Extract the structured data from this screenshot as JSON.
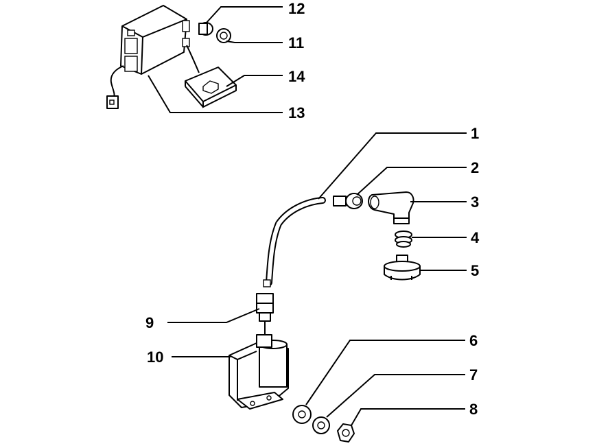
{
  "diagram": {
    "parts": [
      {
        "number": "1",
        "part": "hv-cable"
      },
      {
        "number": "2",
        "part": "connector"
      },
      {
        "number": "3",
        "part": "spark-plug-cap"
      },
      {
        "number": "4",
        "part": "spring"
      },
      {
        "number": "5",
        "part": "spark-plug"
      },
      {
        "number": "6",
        "part": "washer"
      },
      {
        "number": "7",
        "part": "lock-washer"
      },
      {
        "number": "8",
        "part": "nut"
      },
      {
        "number": "9",
        "part": "coil-terminal"
      },
      {
        "number": "10",
        "part": "ignition-coil"
      },
      {
        "number": "11",
        "part": "grommet"
      },
      {
        "number": "12",
        "part": "plug"
      },
      {
        "number": "13",
        "part": "control-unit"
      },
      {
        "number": "14",
        "part": "bracket-plate"
      }
    ],
    "colors": {
      "ink": "#000000",
      "background": "#ffffff",
      "shade": "#e6e6e6"
    }
  }
}
